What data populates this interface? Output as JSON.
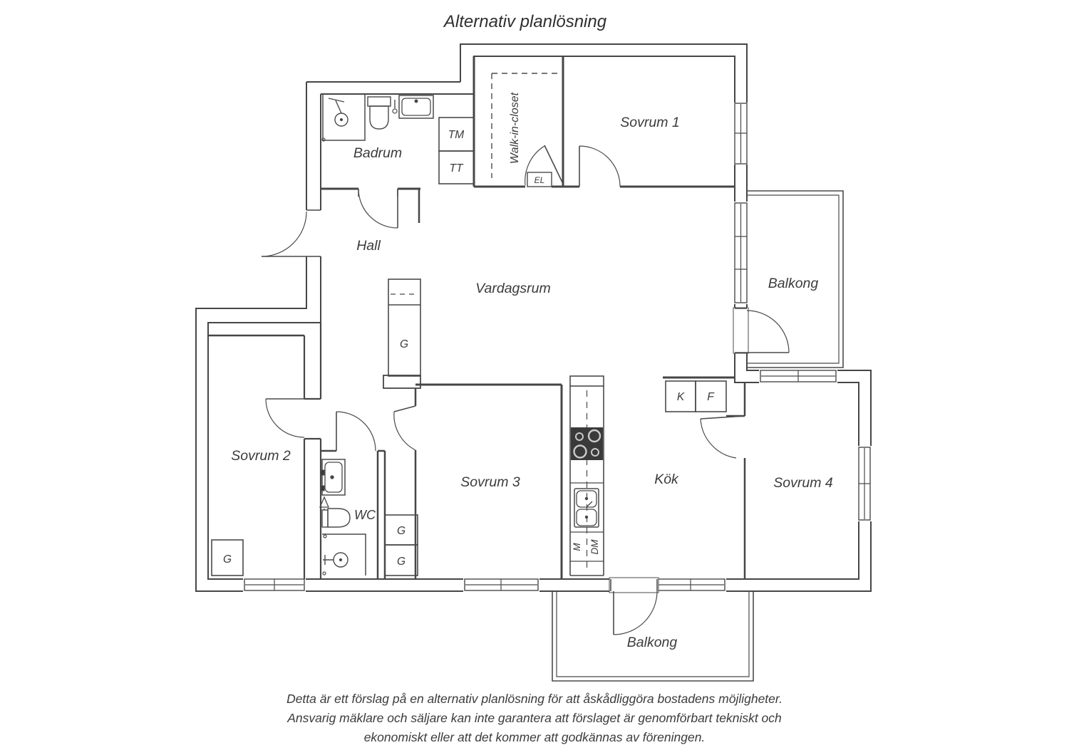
{
  "title": "Alternativ planlösning",
  "rooms": {
    "badrum": "Badrum",
    "walk_in_closet": "Walk-in-closet",
    "sovrum1": "Sovrum 1",
    "balkong_top": "Balkong",
    "hall": "Hall",
    "vardagsrum": "Vardagsrum",
    "sovrum2": "Sovrum 2",
    "wc": "WC",
    "sovrum3": "Sovrum 3",
    "kok": "Kök",
    "sovrum4": "Sovrum 4",
    "balkong_bottom": "Balkong"
  },
  "fixtures": {
    "tm": "TM",
    "tt": "TT",
    "el": "EL",
    "g": "G",
    "k": "K",
    "f": "F",
    "m": "M",
    "dm": "DM"
  },
  "disclaimer": {
    "line1": "Detta är ett förslag på en alternativ planlösning för att åskådliggöra bostadens möjligheter.",
    "line2": "Ansvarig mäklare och säljare kan inte garantera att förslaget är genomförbart tekniskt och",
    "line3": "ekonomiskt eller att det kommer att godkännas av föreningen."
  },
  "colors": {
    "wall": "#464646",
    "text": "#3b3b3b",
    "stove": "#3a3a3a",
    "background": "#ffffff"
  }
}
